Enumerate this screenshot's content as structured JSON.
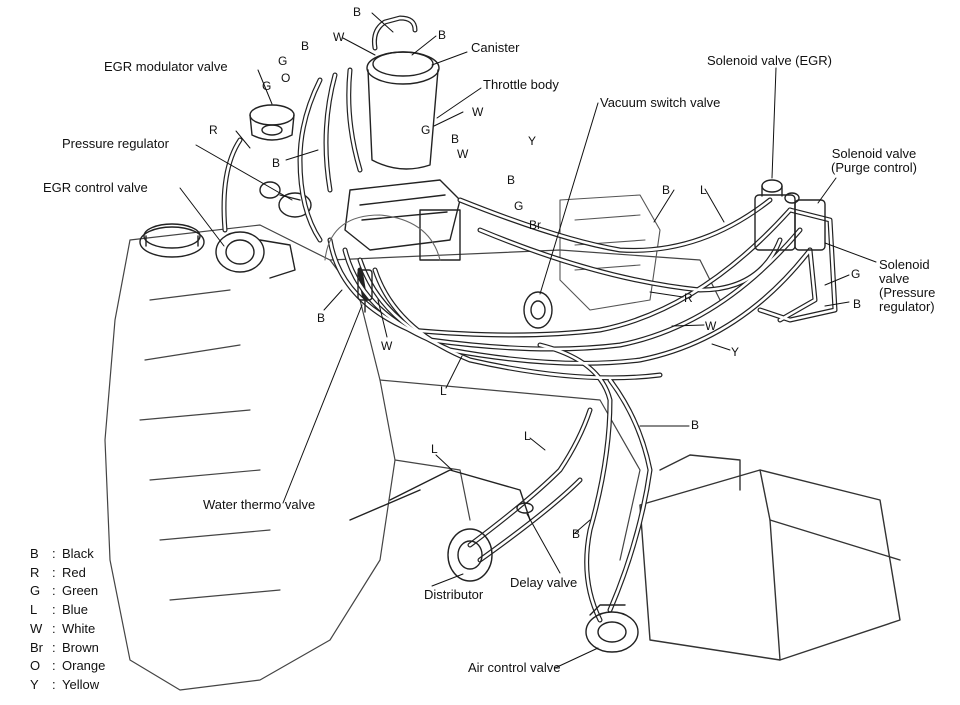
{
  "labels": {
    "canister": "Canister",
    "egr_modulator_valve": "EGR modulator valve",
    "throttle_body": "Throttle body",
    "solenoid_valve_egr": "Solenoid valve (EGR)",
    "vacuum_switch_valve": "Vacuum switch valve",
    "pressure_regulator": "Pressure regulator",
    "solenoid_valve_purge": "Solenoid valve\n(Purge control)",
    "egr_control_valve": "EGR control valve",
    "solenoid_valve_pressure_regulator": "Solenoid\nvalve\n(Pressure\nregulator)",
    "water_thermo_valve": "Water thermo valve",
    "distributor": "Distributor",
    "delay_valve": "Delay valve",
    "air_control_valve": "Air control valve"
  },
  "hose_codes": [
    {
      "id": "b-top",
      "code": "B"
    },
    {
      "id": "w-top",
      "code": "W"
    },
    {
      "id": "b-canister",
      "code": "B"
    },
    {
      "id": "g-upper",
      "code": "G"
    },
    {
      "id": "b-upper",
      "code": "B"
    },
    {
      "id": "o-upper",
      "code": "O"
    },
    {
      "id": "g-lower",
      "code": "G"
    },
    {
      "id": "r-left",
      "code": "R"
    },
    {
      "id": "b-mid",
      "code": "B"
    },
    {
      "id": "w-throttle",
      "code": "W"
    },
    {
      "id": "g-throttle",
      "code": "G"
    },
    {
      "id": "b-throttle",
      "code": "B"
    },
    {
      "id": "w-throttle2",
      "code": "W"
    },
    {
      "id": "y-throttle",
      "code": "Y"
    },
    {
      "id": "b-right",
      "code": "B"
    },
    {
      "id": "g-center",
      "code": "G"
    },
    {
      "id": "br-center",
      "code": "Br"
    },
    {
      "id": "b-solenoid",
      "code": "B"
    },
    {
      "id": "l-solenoid",
      "code": "L"
    },
    {
      "id": "g-solenoid-pr",
      "code": "G"
    },
    {
      "id": "b-solenoid-pr",
      "code": "B"
    },
    {
      "id": "r-center",
      "code": "R"
    },
    {
      "id": "w-center",
      "code": "W"
    },
    {
      "id": "y-center",
      "code": "Y"
    },
    {
      "id": "b-water",
      "code": "B"
    },
    {
      "id": "w-water",
      "code": "W"
    },
    {
      "id": "l-center",
      "code": "L"
    },
    {
      "id": "b-delay",
      "code": "B"
    },
    {
      "id": "l-lower1",
      "code": "L"
    },
    {
      "id": "l-lower2",
      "code": "L"
    },
    {
      "id": "b-lower",
      "code": "B"
    }
  ],
  "legend": [
    {
      "code": "B",
      "sep": ":",
      "name": "Black"
    },
    {
      "code": "R",
      "sep": ":",
      "name": "Red"
    },
    {
      "code": "G",
      "sep": ":",
      "name": "Green"
    },
    {
      "code": "L",
      "sep": ":",
      "name": "Blue"
    },
    {
      "code": "W",
      "sep": ":",
      "name": "White"
    },
    {
      "code": "Br",
      "sep": ":",
      "name": "Brown"
    },
    {
      "code": "O",
      "sep": ":",
      "name": "Orange"
    },
    {
      "code": "Y",
      "sep": ":",
      "name": "Yellow"
    }
  ]
}
